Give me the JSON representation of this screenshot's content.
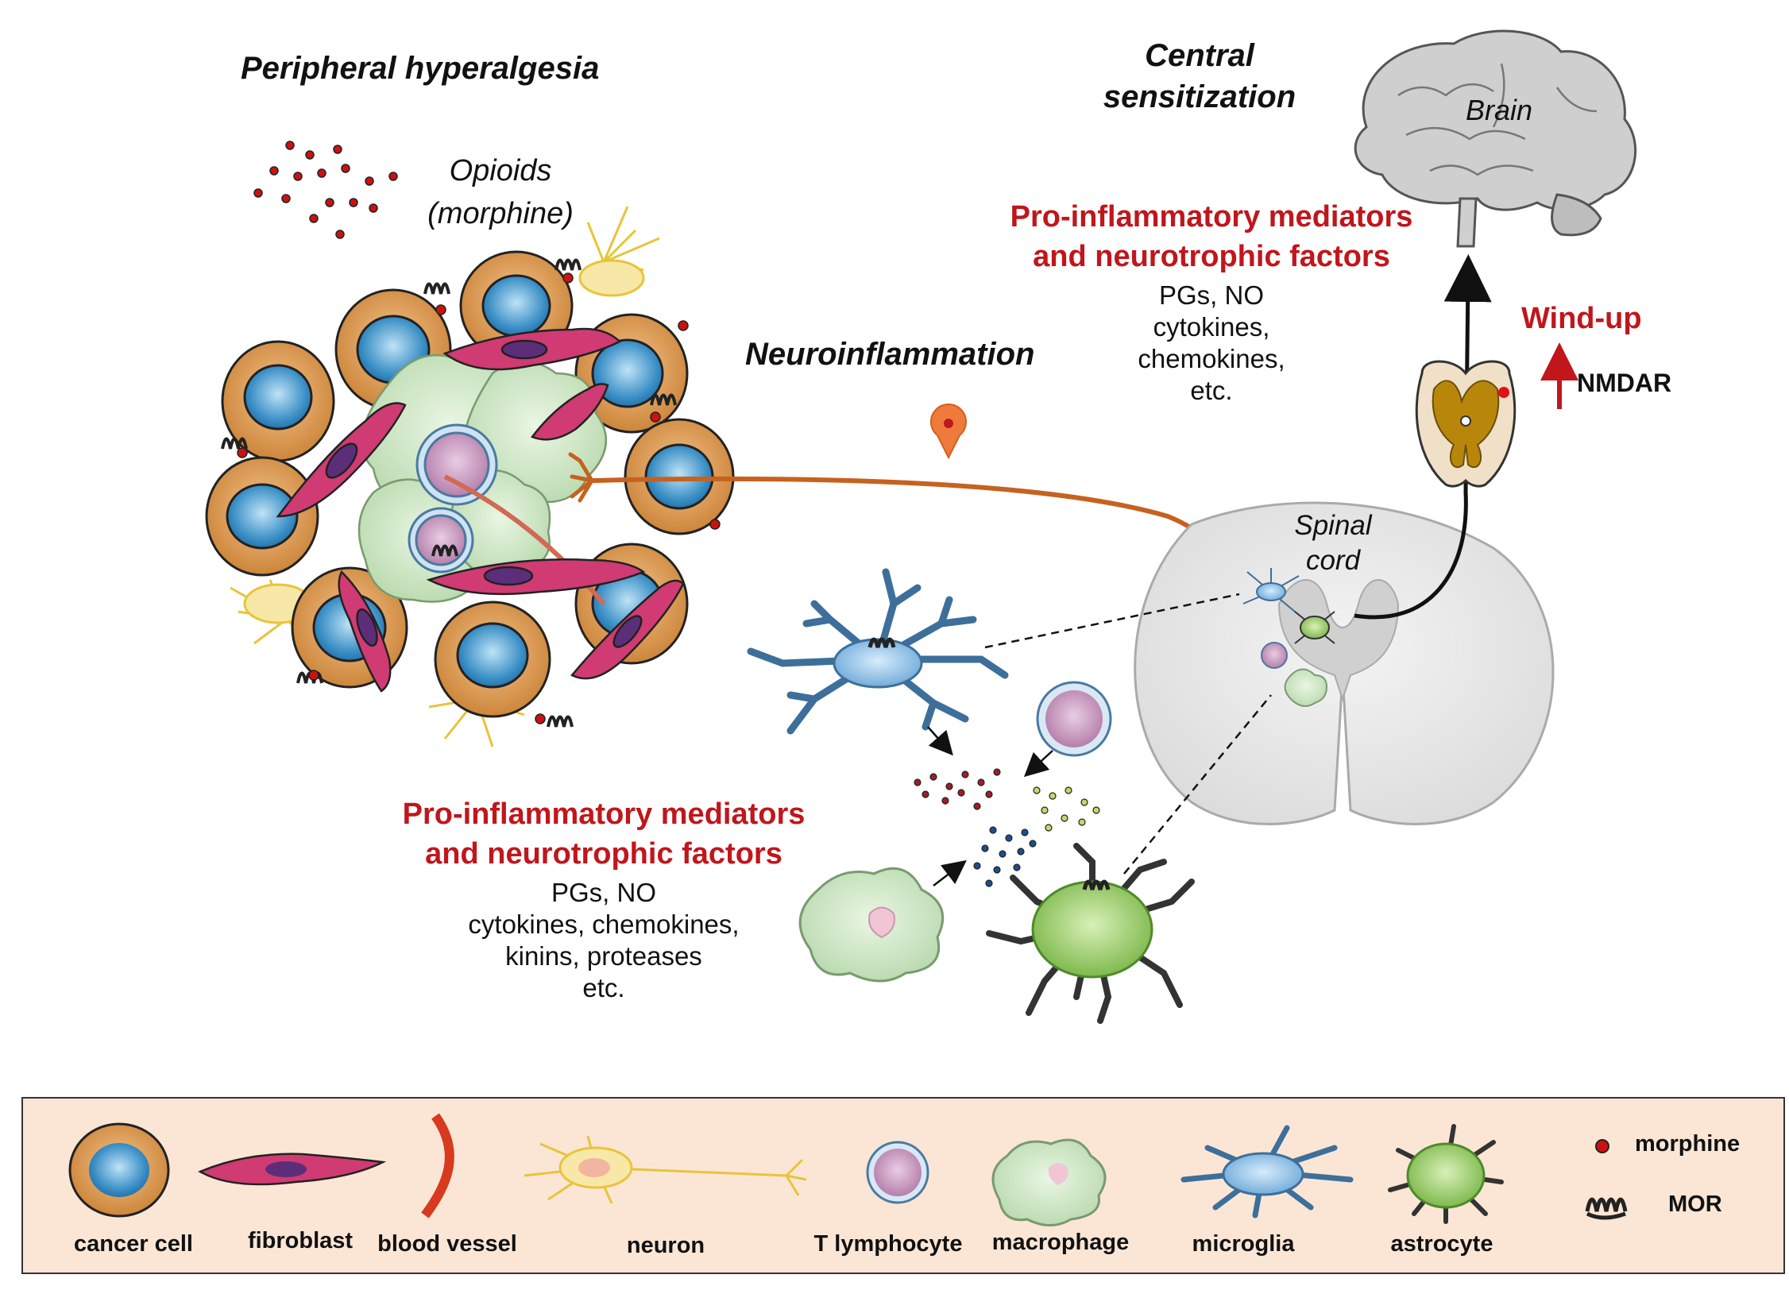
{
  "titles": {
    "peripheral": "Peripheral hyperalgesia",
    "central": [
      "Central",
      "sensitization"
    ],
    "neuroinflammation": "Neuroinflammation",
    "brain": "Brain",
    "spinal_cord": [
      "Spinal",
      "cord"
    ]
  },
  "opioids": [
    "Opioids",
    "(morphine)"
  ],
  "mediators_top": {
    "heading": [
      "Pro-inflammatory mediators",
      "and neurotrophic factors"
    ],
    "items": [
      "PGs, NO",
      "cytokines,",
      "chemokines,",
      "etc."
    ]
  },
  "mediators_bottom": {
    "heading": [
      "Pro-inflammatory mediators",
      "and neurotrophic factors"
    ],
    "items": [
      "PGs, NO",
      "cytokines, chemokines,",
      "kinins, proteases",
      "etc."
    ]
  },
  "windup": "Wind-up",
  "nmdar": "NMDAR",
  "legend": {
    "cancer_cell": "cancer cell",
    "fibroblast": "fibroblast",
    "blood_vessel": "blood vessel",
    "neuron": "neuron",
    "t_lymphocyte": "T lymphocyte",
    "macrophage": "macrophage",
    "microglia": "microglia",
    "astrocyte": "astrocyte",
    "morphine": "morphine",
    "mor": "MOR"
  },
  "colors": {
    "cancer_cell": "#d9954a",
    "nucleus": "#3a8fc6",
    "fibroblast": "#c8336b",
    "neuron": "#f2d75a",
    "t_lymphocyte": "#c79abf",
    "macrophage": "#cfe6c6",
    "microglia": "#7fb2df",
    "astrocyte": "#8cc55a",
    "morphine": "#cc1111",
    "nerve": "#c6621f",
    "accent_red": "#c0161c"
  }
}
